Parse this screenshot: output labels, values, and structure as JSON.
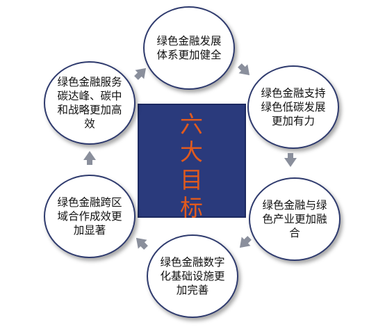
{
  "center": {
    "lines": [
      "六",
      "大",
      "目",
      "标"
    ]
  },
  "goals": [
    {
      "id": "top",
      "text": "绿色金融发展体系更加健全"
    },
    {
      "id": "right-top",
      "text": "绿色金融支持绿色低碳发展更加有力"
    },
    {
      "id": "right-bottom",
      "text": "绿色金融与绿色产业更加融合"
    },
    {
      "id": "bottom",
      "text": "绿色金融数字化基础设施更加完善"
    },
    {
      "id": "left-bottom",
      "text": "绿色金融跨区域合作成效更加显著"
    },
    {
      "id": "left-top",
      "text": "绿色金融服务碳达峰、碳中和战略更加高效"
    }
  ],
  "colors": {
    "center_fill": "#2a3a7c",
    "center_text": "#e05a1e",
    "circle_border": "#2f3b6e",
    "arrow_fill": "#8a8f9c"
  }
}
